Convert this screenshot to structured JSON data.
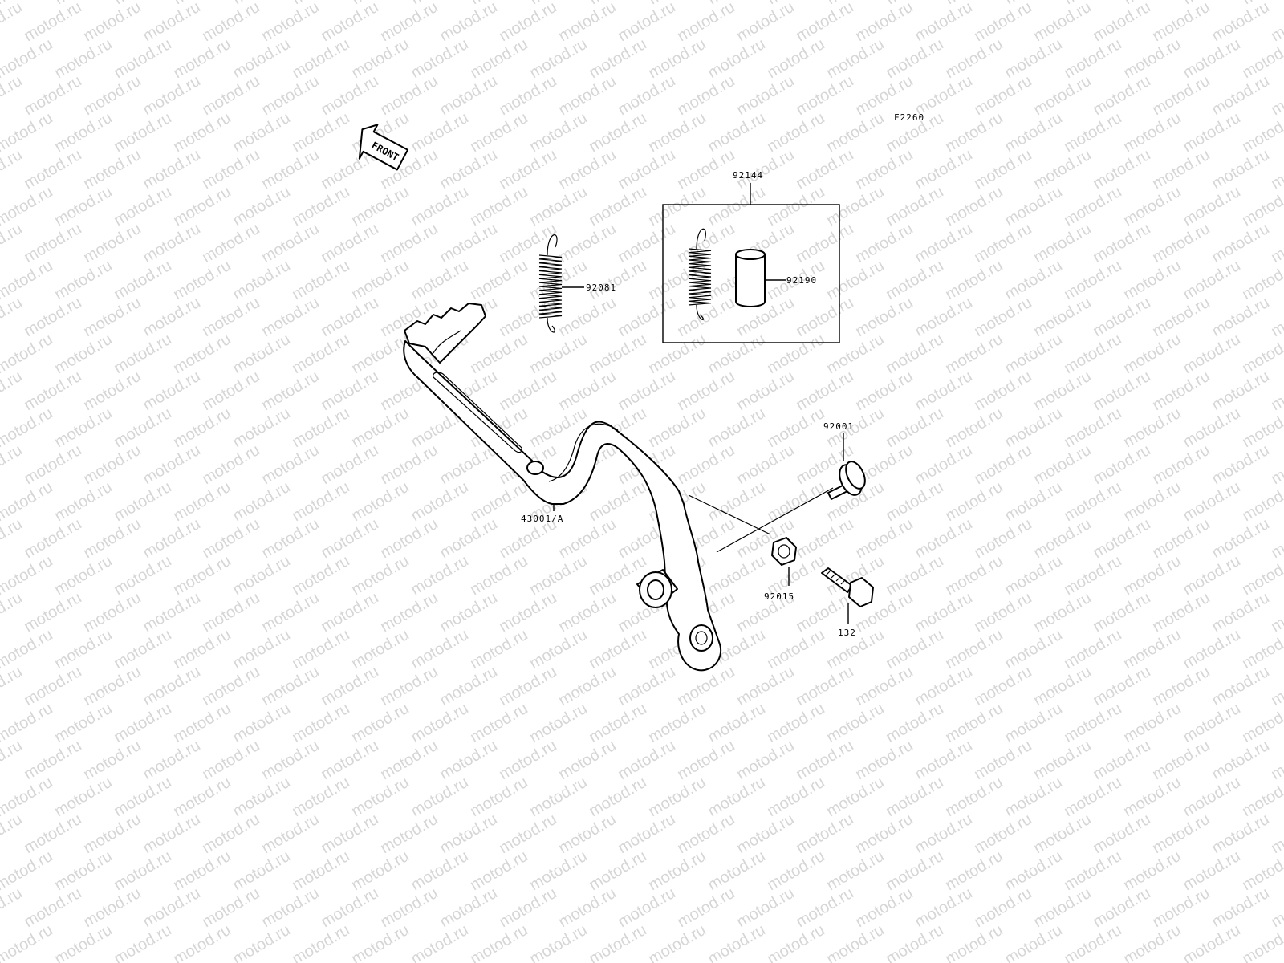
{
  "diagram": {
    "code": "F2260",
    "direction_marker": "FRONT",
    "watermark": "motod.ru",
    "kit_label": "92144",
    "callouts": {
      "spring": "92081",
      "collar": "92190",
      "pedal": "43001/A",
      "washer": "92001",
      "nut": "92015",
      "bolt": "132"
    }
  }
}
